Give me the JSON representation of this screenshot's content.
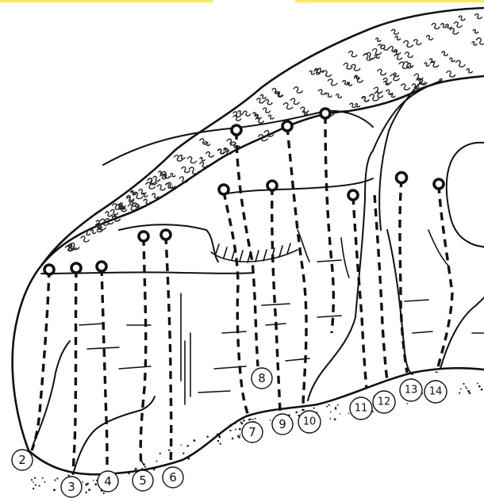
{
  "routes": [
    {
      "number": "2"
    },
    {
      "number": "3"
    },
    {
      "number": "4"
    },
    {
      "number": "5"
    },
    {
      "number": "6"
    },
    {
      "number": "7"
    },
    {
      "number": "8"
    },
    {
      "number": "9"
    },
    {
      "number": "10"
    },
    {
      "number": "11"
    },
    {
      "number": "12"
    },
    {
      "number": "13"
    },
    {
      "number": "14"
    }
  ],
  "colors": {
    "ink": "#111111",
    "paper": "#ffffff",
    "tab_accent": "#ffe94a"
  }
}
